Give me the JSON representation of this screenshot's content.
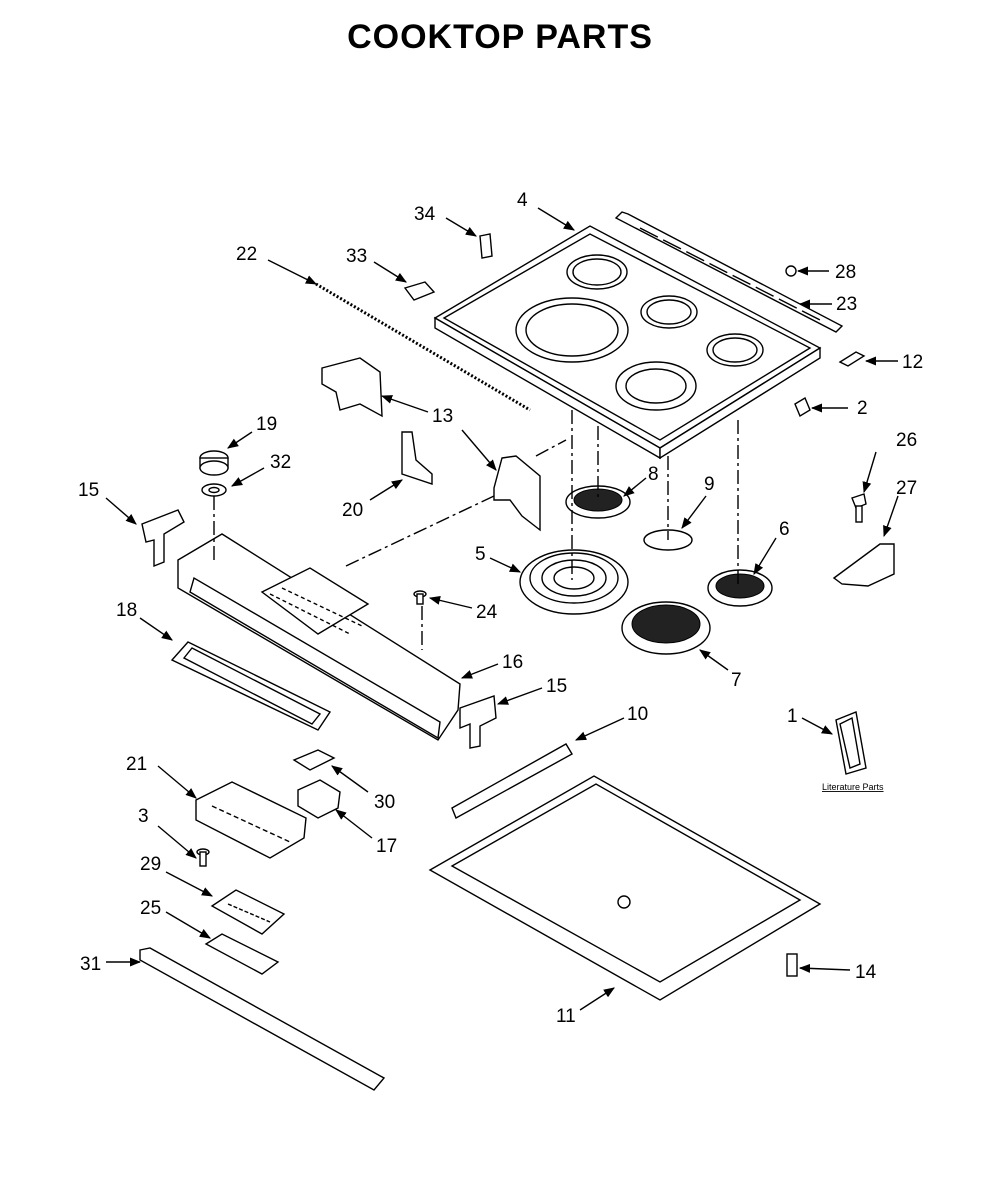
{
  "title": "COOKTOP PARTS",
  "literature_label": "Literature Parts",
  "callouts": [
    "1",
    "2",
    "3",
    "4",
    "5",
    "6",
    "7",
    "8",
    "9",
    "10",
    "11",
    "12",
    "13",
    "14",
    "15",
    "15",
    "16",
    "17",
    "18",
    "19",
    "20",
    "21",
    "22",
    "23",
    "24",
    "25",
    "26",
    "27",
    "28",
    "29",
    "30",
    "31",
    "32",
    "33",
    "34"
  ]
}
